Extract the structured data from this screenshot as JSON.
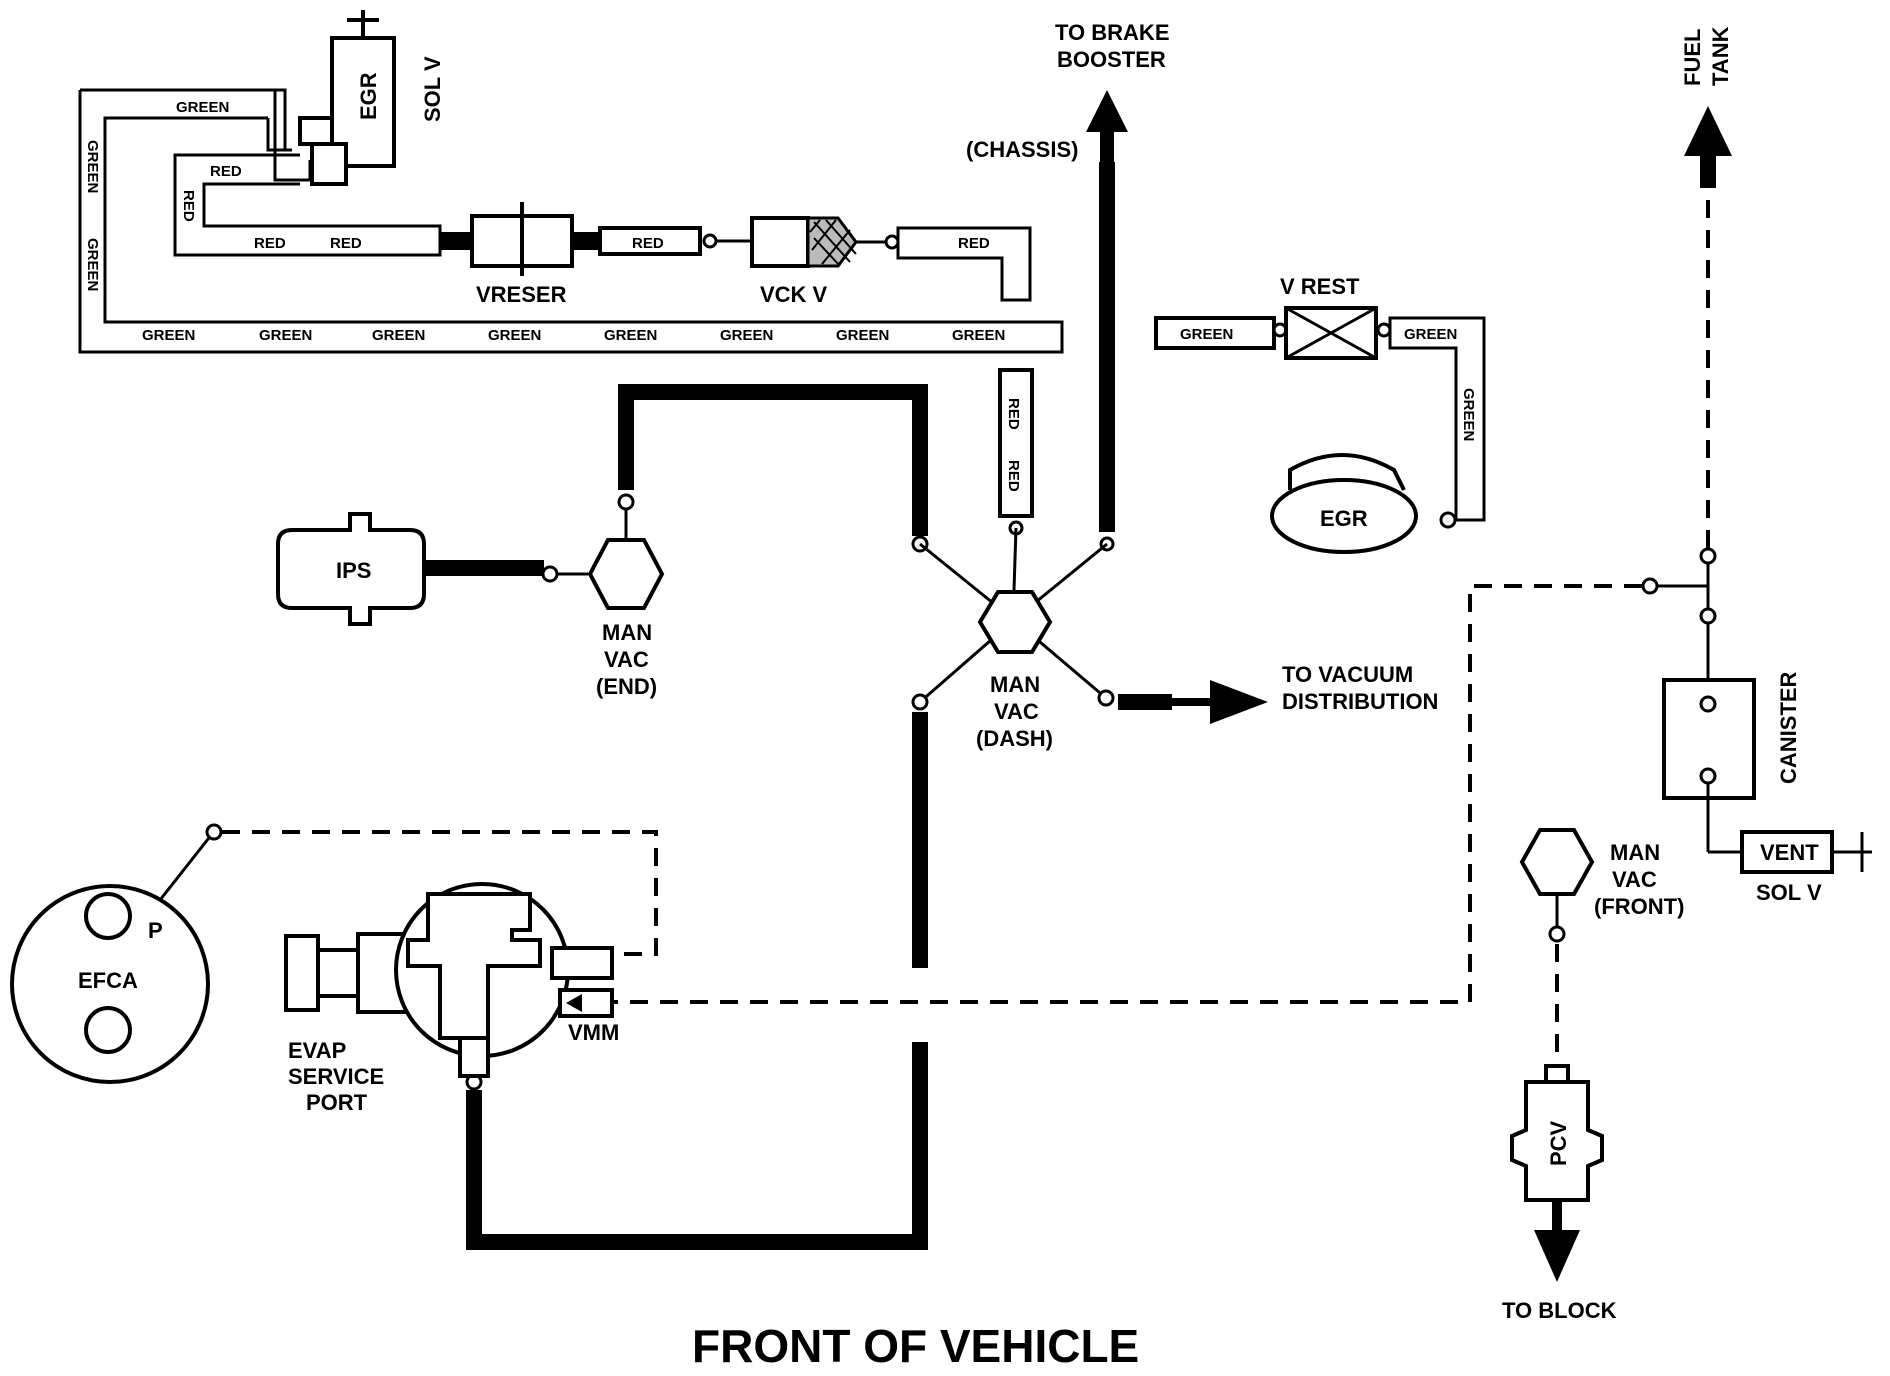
{
  "colors": {
    "line": "#000000",
    "background": "#ffffff"
  },
  "title": "FRONT OF VEHICLE",
  "components": {
    "egr_sol_v": {
      "body": "EGR",
      "tag": "SOL V"
    },
    "vreser": "VRESER",
    "vck_v": "VCK V",
    "v_rest": "V REST",
    "egr_valve": "EGR",
    "ips": "IPS",
    "man_vac_end": [
      "MAN",
      "VAC",
      "(END)"
    ],
    "man_vac_dash": [
      "MAN",
      "VAC",
      "(DASH)"
    ],
    "man_vac_front": [
      "MAN",
      "VAC",
      "(FRONT)"
    ],
    "efca": {
      "name": "EFCA",
      "port": "P"
    },
    "evap_service_port": [
      "EVAP",
      "SERVICE",
      "PORT"
    ],
    "vmm": "VMM",
    "canister": "CANISTER",
    "vent_sol_v": {
      "body": "VENT",
      "tag": "SOL V"
    },
    "pcv": "PCV"
  },
  "destinations": {
    "brake_booster": [
      "TO BRAKE",
      "BOOSTER"
    ],
    "chassis": "(CHASSIS)",
    "fuel_tank": [
      "FUEL",
      "TANK"
    ],
    "vacuum_distribution": [
      "TO VACUUM",
      "DISTRIBUTION"
    ],
    "block": "TO BLOCK"
  },
  "hose_colors": {
    "green": "GREEN",
    "red": "RED"
  }
}
